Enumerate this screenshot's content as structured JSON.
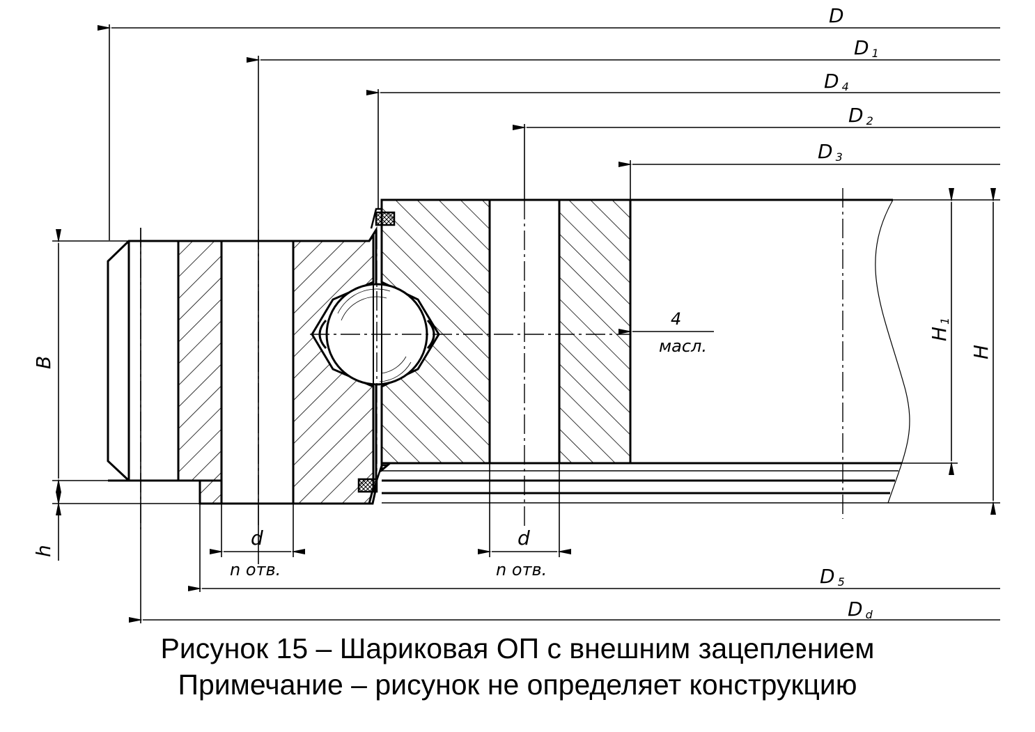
{
  "labels": {
    "D": "D",
    "D1_main": "D",
    "D1_sub": "1",
    "D4_main": "D",
    "D4_sub": "4",
    "D2_main": "D",
    "D2_sub": "2",
    "D3_main": "D",
    "D3_sub": "3",
    "D5_main": "D",
    "D5_sub": "5",
    "Dd_main": "D",
    "Dd_sub": "d",
    "B": "B",
    "h": "h",
    "H": "H",
    "H1_main": "H",
    "H1_sub": "1",
    "d_left": "d",
    "d_right": "d",
    "n_holes_left": "n отв.",
    "n_holes_right": "n отв.",
    "oil_number": "4",
    "oil_label": "масл."
  },
  "caption": {
    "line1": "Рисунок 15 – Шариковая ОП с внешним зацеплением",
    "line2": "Примечание – рисунок не определяет конструкцию"
  }
}
